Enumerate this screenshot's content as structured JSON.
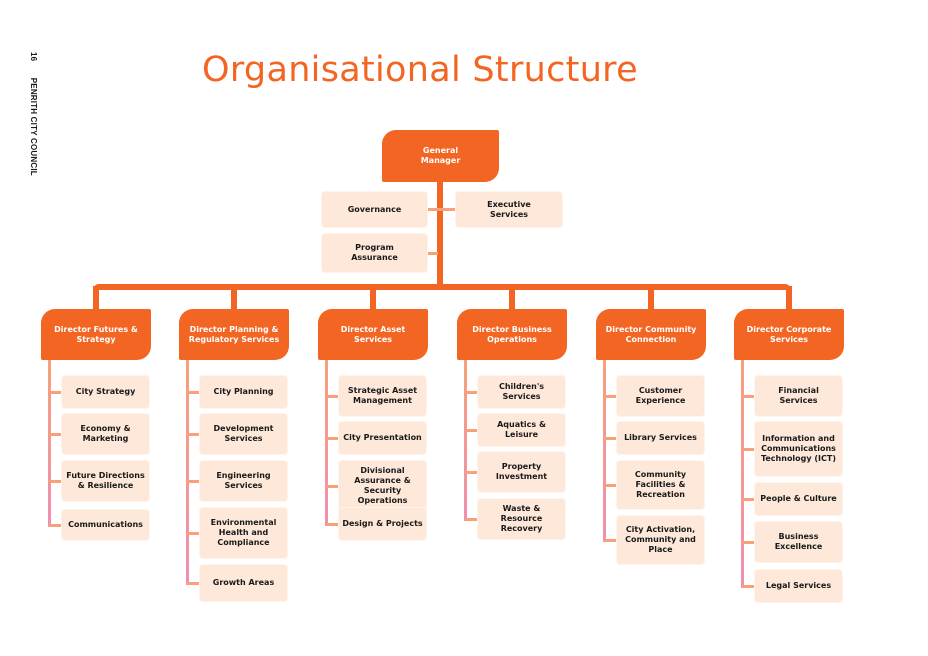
{
  "sidebar": {
    "page_number": "16",
    "organisation": "PENRITH CITY COUNCIL"
  },
  "title": "Organisational Structure",
  "general_manager": {
    "label": "General Manager"
  },
  "gm_units": {
    "governance": "Governance",
    "executive_services": "Executive Services",
    "program_assurance": "Program Assurance"
  },
  "directorates": [
    {
      "title": "Director Futures & Strategy",
      "units": [
        "City Strategy",
        "Economy & Marketing",
        "Future Directions & Resilience",
        "Communications"
      ]
    },
    {
      "title": "Director Planning & Regulatory Services",
      "units": [
        "City Planning",
        "Development Services",
        "Engineering Services",
        "Environmental Health and Compliance",
        "Growth Areas"
      ]
    },
    {
      "title": "Director Asset Services",
      "units": [
        "Strategic Asset Management",
        "City Presentation",
        "Divisional Assurance & Security Operations",
        "Design & Projects"
      ]
    },
    {
      "title": "Director Business Operations",
      "units": [
        "Children's Services",
        "Aquatics & Leisure",
        "Property Investment",
        "Waste & Resource Recovery"
      ]
    },
    {
      "title": "Director Community Connection",
      "units": [
        "Customer Experience",
        "Library Services",
        "Community Facilities & Recreation",
        "City Activation, Community and Place"
      ]
    },
    {
      "title": "Director Corporate Services",
      "units": [
        "Financial Services",
        "Information and Communications Technology (ICT)",
        "People & Culture",
        "Business Excellence",
        "Legal Services"
      ]
    }
  ],
  "colors": {
    "accent": "#f26522",
    "unit_bg": "#fde8da",
    "connector": "#f7a07a",
    "connector_pink": "#f08fb0"
  }
}
